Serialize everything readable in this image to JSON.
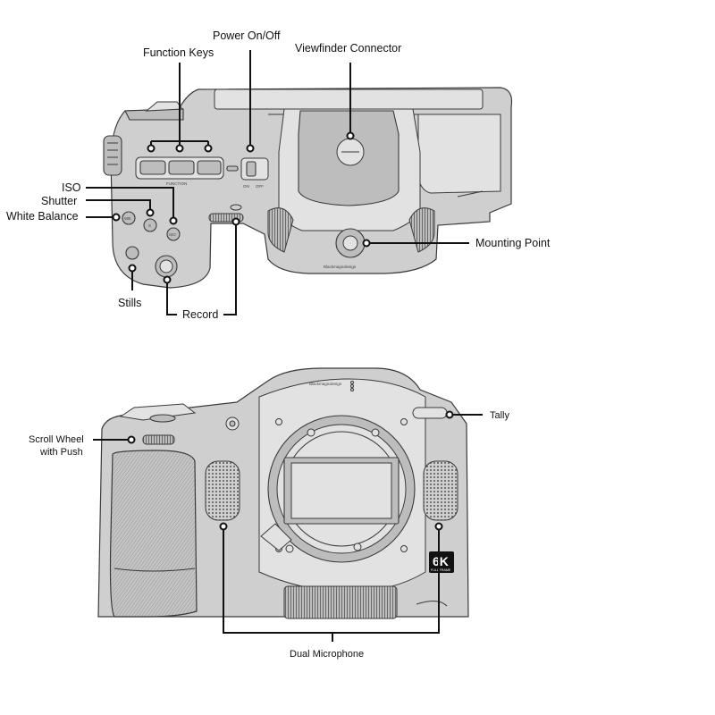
{
  "top_view": {
    "labels": {
      "function_keys": "Function Keys",
      "power": "Power On/Off",
      "viewfinder": "Viewfinder Connector",
      "iso": "ISO",
      "shutter": "Shutter",
      "white_balance": "White Balance",
      "mounting_point": "Mounting Point",
      "stills": "Stills",
      "record": "Record"
    },
    "button_text": {
      "wb": "WB",
      "s": "S",
      "iso": "ISO",
      "on": "ON",
      "off": "OFF",
      "function": "FUNCTION",
      "brand": "Blackmagicdesign"
    }
  },
  "front_view": {
    "labels": {
      "scroll_wheel_line1": "Scroll Wheel",
      "scroll_wheel_line2": "with Push",
      "tally": "Tally",
      "dual_microphone": "Dual Microphone"
    },
    "brand": "Blackmagicdesign",
    "badge_main": "6K",
    "badge_sub": "FULL FRAME"
  }
}
